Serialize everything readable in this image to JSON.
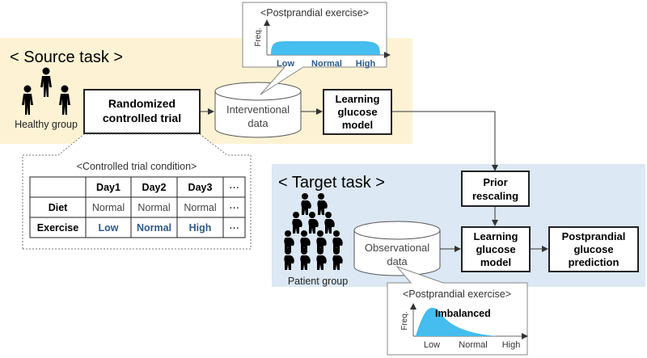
{
  "source_task": {
    "title": "< Source task >",
    "group_label": "Healthy group",
    "trial_box": [
      "Randomized",
      "controlled trial"
    ],
    "data_cylinder": [
      "Interventional",
      "data"
    ],
    "model_box": [
      "Learning",
      "glucose",
      "model"
    ],
    "callout": {
      "title": "<Postprandial exercise>",
      "ylabel": "Freq.",
      "x_labels": [
        "Low",
        "Normal",
        "High"
      ]
    }
  },
  "condition_table": {
    "title": "<Controlled trial condition>",
    "header": [
      "",
      "Day1",
      "Day2",
      "Day3",
      "⋯"
    ],
    "rows": [
      [
        "Diet",
        "Normal",
        "Normal",
        "Normal",
        "⋯"
      ],
      [
        "Exercise",
        "Low",
        "Normal",
        "High",
        "⋯"
      ]
    ]
  },
  "target_task": {
    "title": "< Target task >",
    "group_label": "Patient group",
    "rescaling_box": [
      "Prior",
      "rescaling"
    ],
    "data_cylinder": [
      "Observational",
      "data"
    ],
    "model_box": [
      "Learning",
      "glucose",
      "model"
    ],
    "prediction_box": [
      "Postprandial",
      "glucose",
      "prediction"
    ],
    "callout": {
      "title": "<Postprandial exercise>",
      "ylabel": "Freq.",
      "annotation": "Imbalanced",
      "x_labels": [
        "Low",
        "Normal",
        "High"
      ]
    }
  },
  "colors": {
    "source_bg": "#fdf3d4",
    "target_bg": "#dce8f3",
    "fill_blue": "#45bdee",
    "label_blue": "#2e5a8c",
    "line": "#333333"
  }
}
